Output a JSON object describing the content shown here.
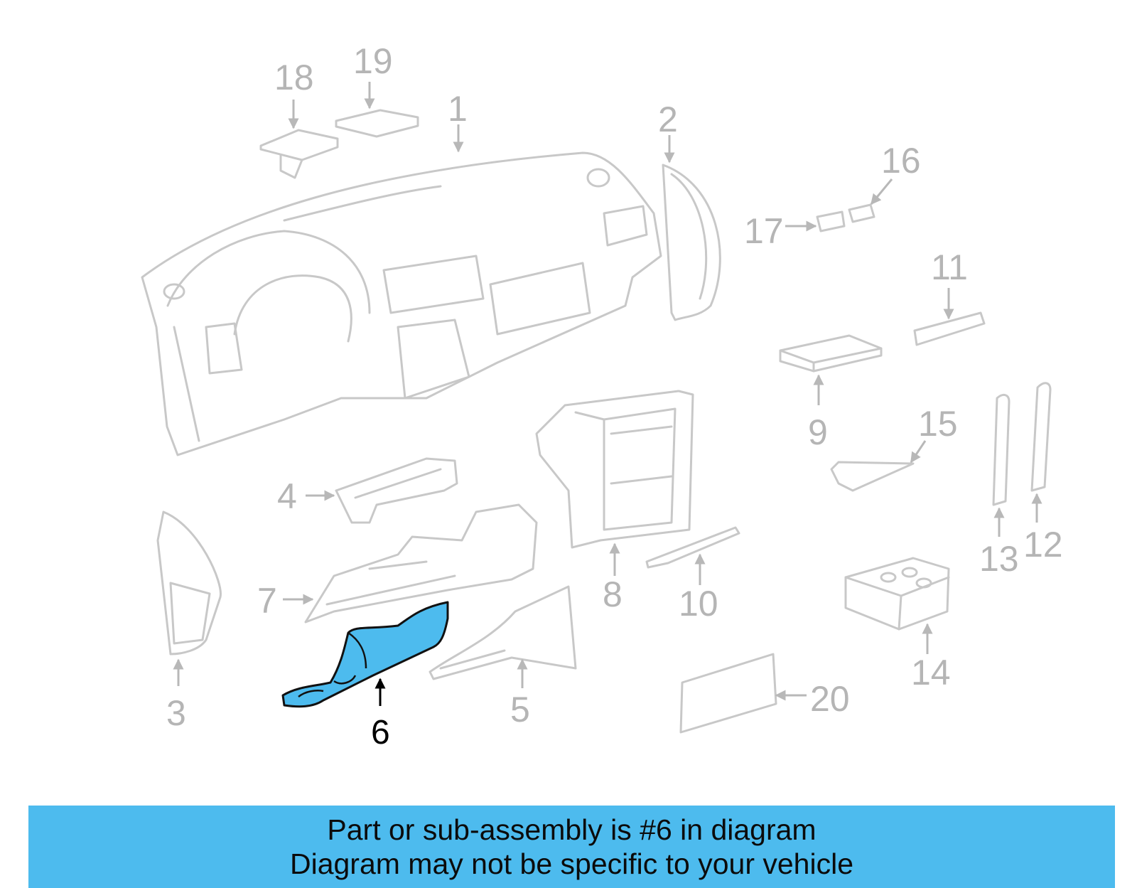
{
  "diagram": {
    "callouts": [
      {
        "id": "1",
        "label": "1"
      },
      {
        "id": "2",
        "label": "2"
      },
      {
        "id": "3",
        "label": "3"
      },
      {
        "id": "4",
        "label": "4"
      },
      {
        "id": "5",
        "label": "5"
      },
      {
        "id": "6",
        "label": "6",
        "highlighted": true
      },
      {
        "id": "7",
        "label": "7"
      },
      {
        "id": "8",
        "label": "8"
      },
      {
        "id": "9",
        "label": "9"
      },
      {
        "id": "10",
        "label": "10"
      },
      {
        "id": "11",
        "label": "11"
      },
      {
        "id": "12",
        "label": "12"
      },
      {
        "id": "13",
        "label": "13"
      },
      {
        "id": "14",
        "label": "14"
      },
      {
        "id": "15",
        "label": "15"
      },
      {
        "id": "16",
        "label": "16"
      },
      {
        "id": "17",
        "label": "17"
      },
      {
        "id": "18",
        "label": "18"
      },
      {
        "id": "19",
        "label": "19"
      },
      {
        "id": "20",
        "label": "20"
      }
    ],
    "highlighted_part": "6",
    "colors": {
      "highlight": "#4dbbee",
      "parts": "#c8c8c8",
      "callout_text": "#b5b5b5"
    }
  },
  "banner": {
    "line1": "Part or sub-assembly is #6 in diagram",
    "line2": "Diagram may not be specific to your vehicle"
  }
}
